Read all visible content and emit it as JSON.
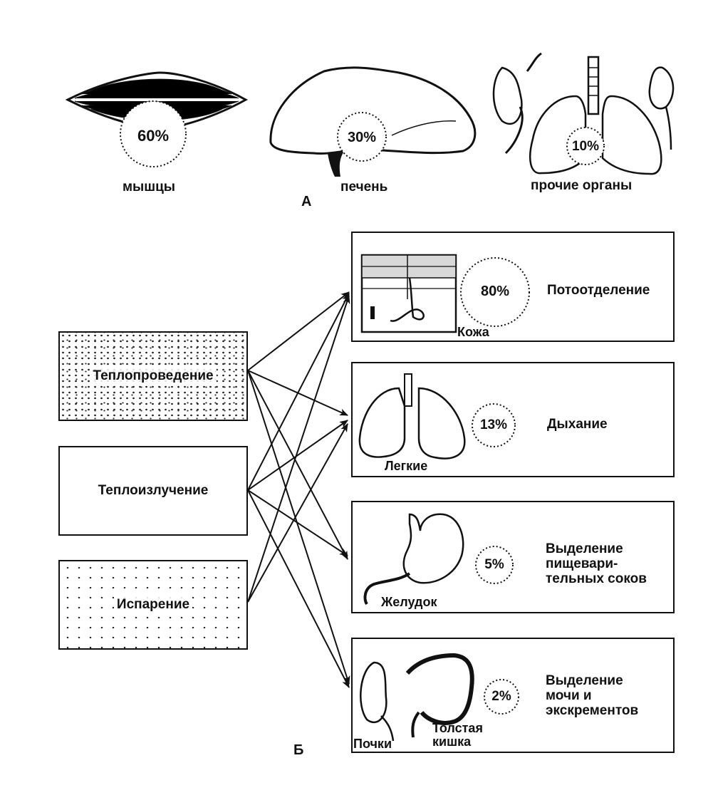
{
  "part_a": {
    "label": "А",
    "organs": [
      {
        "name": "мышцы",
        "percent": "60%"
      },
      {
        "name": "печень",
        "percent": "30%"
      },
      {
        "name": "прочие органы",
        "percent": "10%"
      }
    ]
  },
  "part_b": {
    "label": "Б",
    "sources": [
      {
        "name": "Теплопроведение"
      },
      {
        "name": "Теплоизлучение"
      },
      {
        "name": "Испарение"
      }
    ],
    "outputs": [
      {
        "organs": [
          "Кожа"
        ],
        "percent": "80%",
        "process": "Потоотделение"
      },
      {
        "organs": [
          "Легкие"
        ],
        "percent": "13%",
        "process": "Дыхание"
      },
      {
        "organs": [
          "Желудок"
        ],
        "percent": "5%",
        "process": "Выделение\nпищевари-\nтельных соков"
      },
      {
        "organs": [
          "Почки",
          "Толстая\nкишка"
        ],
        "percent": "2%",
        "process": "Выделение\nмочи и\nэкскрементов"
      }
    ]
  }
}
